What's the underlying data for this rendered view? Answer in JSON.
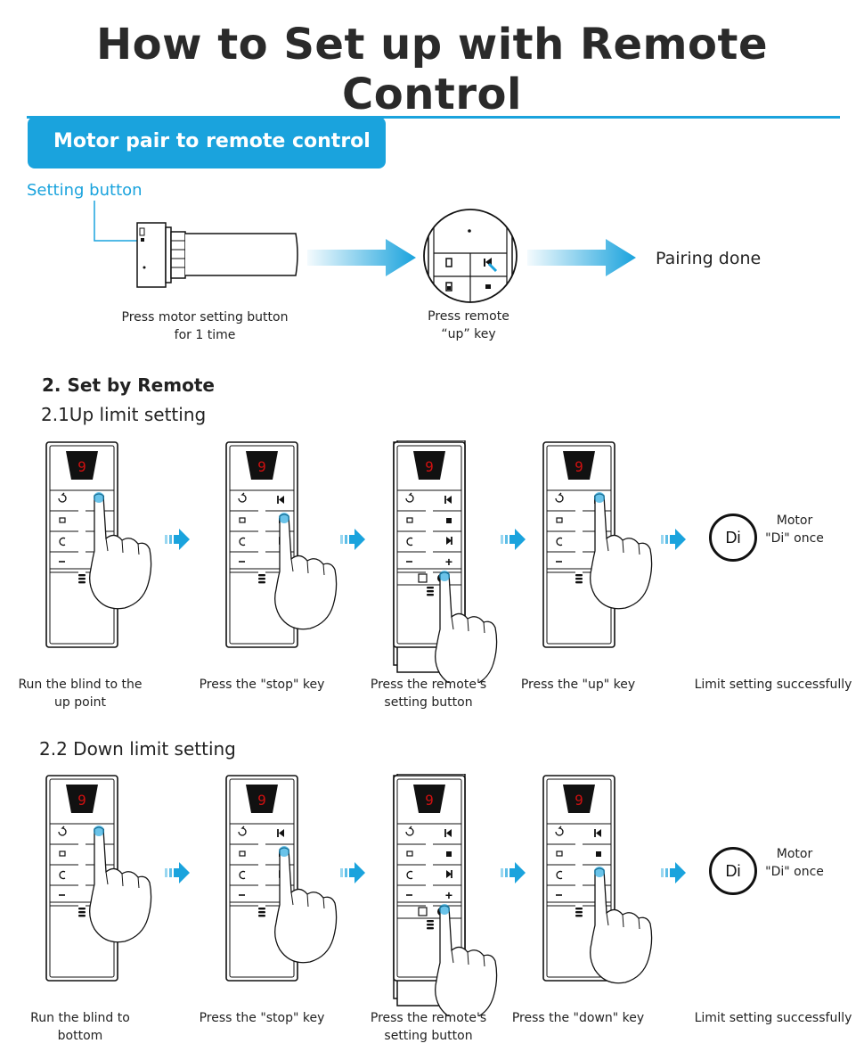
{
  "title": "How to Set up with Remote Control",
  "banner": "Motor pair to remote control",
  "pairing": {
    "setting_button_label": "Setting button",
    "step1_caption_line1": "Press motor setting button",
    "step1_caption_line2": "for 1 time",
    "step2_caption_line1": "Press remote",
    "step2_caption_line2": "“up” key",
    "done": "Pairing done"
  },
  "section2": {
    "heading": "2. Set by Remote",
    "up_heading": "2.1Up limit setting",
    "down_heading": "2.2 Down limit setting"
  },
  "remote_display_digit": "9",
  "remote_keys": {
    "plus": "+",
    "minus": "−"
  },
  "up_limit": {
    "captions": [
      [
        "Run the blind to the",
        "up point"
      ],
      [
        "Press the \"stop\" key",
        ""
      ],
      [
        "Press the remote's",
        "setting button"
      ],
      [
        "Press the \"up\" key",
        ""
      ],
      [
        "Limit setting successfully",
        ""
      ]
    ],
    "di": "Di",
    "motor_line1": "Motor",
    "motor_line2": "\"Di\" once"
  },
  "down_limit": {
    "captions": [
      [
        "Run the blind to",
        "bottom"
      ],
      [
        "Press the \"stop\" key",
        ""
      ],
      [
        "Press the remote's",
        "setting button"
      ],
      [
        "Press the \"down\" key",
        ""
      ],
      [
        "Limit setting successfully",
        ""
      ]
    ],
    "di": "Di",
    "motor_line1": "Motor",
    "motor_line2": "\"Di\" once"
  },
  "colors": {
    "accent": "#1aa3dd",
    "display_digit": "#d01010"
  }
}
